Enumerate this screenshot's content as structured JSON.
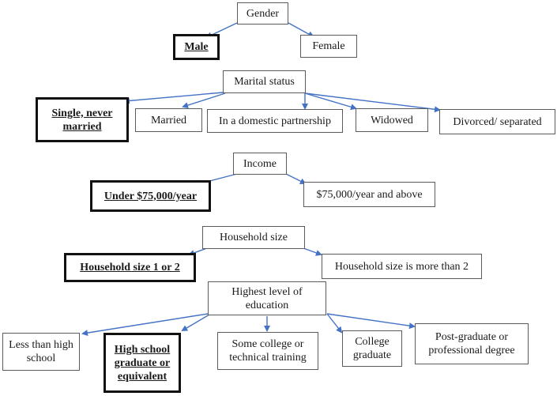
{
  "diagram": {
    "arrow_color": "#4472c4",
    "selected_border_color": "#111111",
    "groups": [
      {
        "parent": "Gender",
        "options": [
          {
            "label": "Male",
            "selected": true
          },
          {
            "label": "Female",
            "selected": false
          }
        ]
      },
      {
        "parent": "Marital status",
        "options": [
          {
            "label": "Single, never married",
            "selected": true
          },
          {
            "label": "Married",
            "selected": false
          },
          {
            "label": "In a domestic partnership",
            "selected": false
          },
          {
            "label": "Widowed",
            "selected": false
          },
          {
            "label": "Divorced/ separated",
            "selected": false
          }
        ]
      },
      {
        "parent": "Income",
        "options": [
          {
            "label": "Under $75,000/year",
            "selected": true
          },
          {
            "label": "$75,000/year and above",
            "selected": false
          }
        ]
      },
      {
        "parent": "Household size",
        "options": [
          {
            "label": "Household size 1 or 2",
            "selected": true
          },
          {
            "label": "Household size is more than 2",
            "selected": false
          }
        ]
      },
      {
        "parent": "Highest level of education",
        "options": [
          {
            "label": "Less than high school",
            "selected": false
          },
          {
            "label": "High school graduate or equivalent",
            "selected": true
          },
          {
            "label": "Some college or technical training",
            "selected": false
          },
          {
            "label": "College graduate",
            "selected": false
          },
          {
            "label": "Post-graduate or professional degree",
            "selected": false
          }
        ]
      }
    ]
  }
}
